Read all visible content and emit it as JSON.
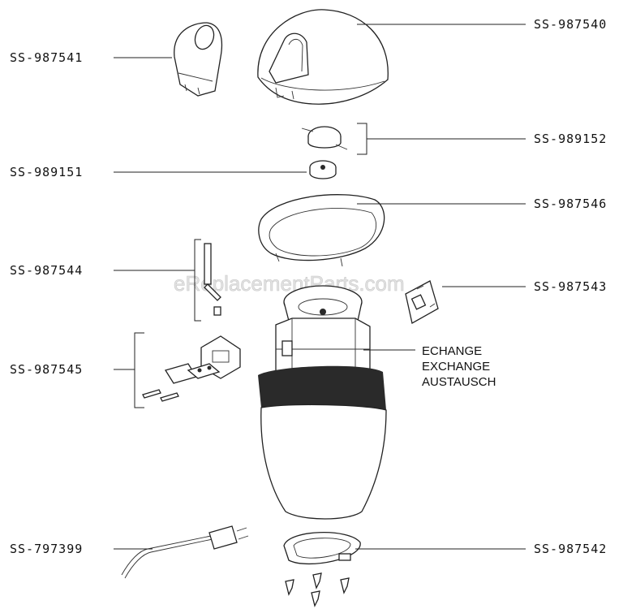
{
  "watermark": "eReplacementParts.com",
  "parts": {
    "lid": "SS-987540",
    "lid_cap": "SS-987541",
    "switch_actuator": "SS-989152",
    "knob": "SS-989151",
    "seal_ring": "SS-987546",
    "switch_rod": "SS-987544",
    "circuit_board": "SS-987543",
    "switch_housing_set": "SS-987545",
    "power_cord": "SS-797399",
    "base_plate": "SS-987542"
  },
  "motor_note": {
    "line1": "ECHANGE",
    "line2": "EXCHANGE",
    "line3": "AUSTAUSCH"
  }
}
